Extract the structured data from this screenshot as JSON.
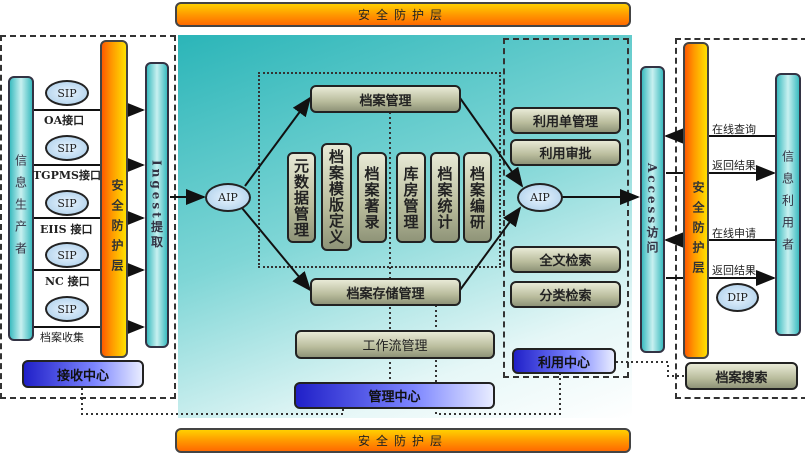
{
  "security_layer": "安全防护层",
  "security_layer_vertical": "安全防护层",
  "left": {
    "producer": "信息生产者",
    "ingest": "Ingest提取",
    "sip": "SIP",
    "interfaces": [
      "OA接口",
      "TGPMS接口",
      "EIIS 接口",
      "NC 接口",
      "档案收集"
    ],
    "center_button": "接收中心"
  },
  "middle": {
    "aip": "AIP",
    "archive_mgmt": "档案管理",
    "modules": [
      "元数据管理",
      "档案模版定义",
      "档案著录",
      "库房管理",
      "档案统计",
      "档案编研"
    ],
    "storage_mgmt": "档案存储管理",
    "workflow_mgmt": "工作流管理",
    "mgmt_center": "管理中心"
  },
  "usage": {
    "items_top": [
      "利用单管理",
      "利用审批"
    ],
    "aip": "AIP",
    "items_bottom": [
      "全文检索",
      "分类检索"
    ],
    "center_button": "利用中心"
  },
  "right": {
    "access": "Access访问",
    "user": "信息利用者",
    "flows": [
      "在线查询",
      "返回结果",
      "在线申请",
      "返回结果"
    ],
    "dip": "DIP",
    "search_button": "档案搜索"
  }
}
